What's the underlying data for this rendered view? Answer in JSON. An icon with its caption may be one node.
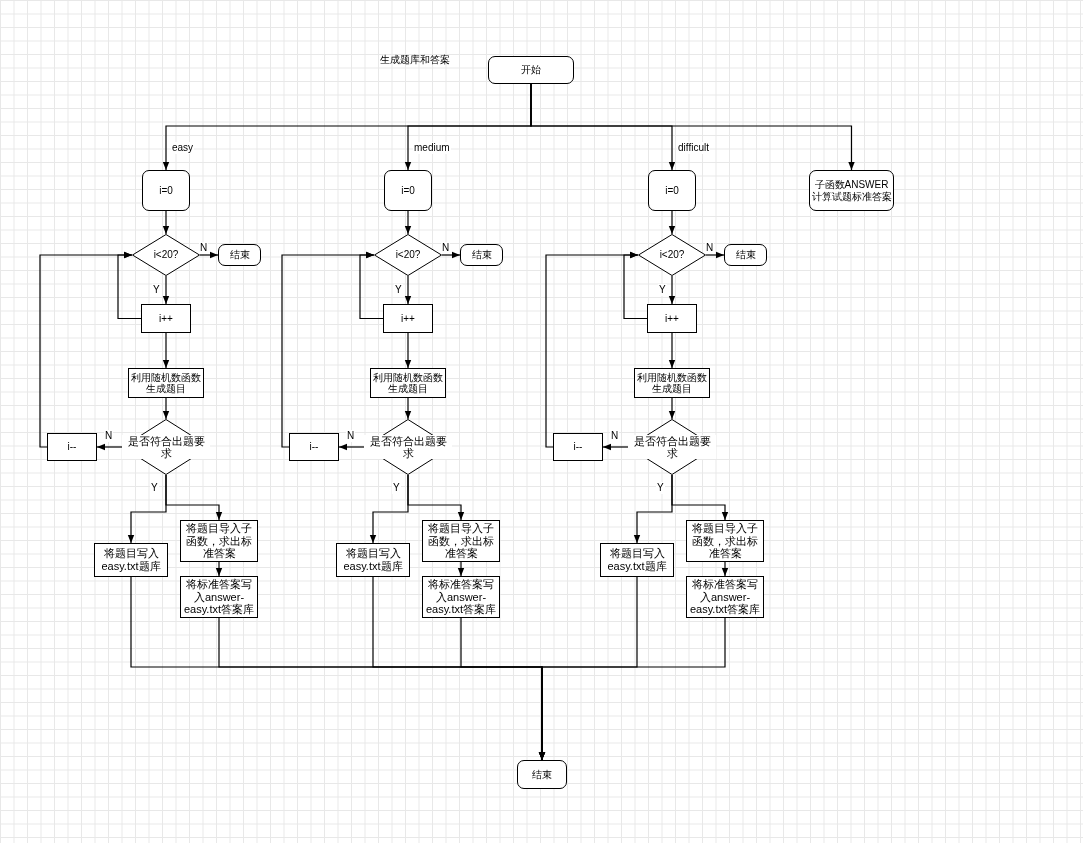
{
  "diagram": {
    "title": "生成题库和答案",
    "nodes": [
      {
        "text": [
          "开始"
        ]
      },
      {
        "text": [
          "i=0"
        ]
      },
      {
        "text": [
          "i<20?"
        ]
      },
      {
        "text": [
          "结束"
        ]
      },
      {
        "text": [
          "i++"
        ]
      },
      {
        "text": [
          "利用随机数函数生成题目"
        ]
      },
      {
        "text": [
          "是否符合出题要求"
        ]
      },
      {
        "text": [
          "i--"
        ]
      },
      {
        "text": [
          "将题目写入easy.txt题库"
        ]
      },
      {
        "text": [
          "将题目导入子函数，求出标准答案"
        ]
      },
      {
        "text": [
          "将标准答案写入answer-easy.txt答案库"
        ]
      },
      {
        "text": [
          "i=0"
        ]
      },
      {
        "text": [
          "i<20?"
        ]
      },
      {
        "text": [
          "结束"
        ]
      },
      {
        "text": [
          "i++"
        ]
      },
      {
        "text": [
          "利用随机数函数生成题目"
        ]
      },
      {
        "text": [
          "是否符合出题要求"
        ]
      },
      {
        "text": [
          "i--"
        ]
      },
      {
        "text": [
          "将题目写入easy.txt题库"
        ]
      },
      {
        "text": [
          "将题目导入子函数，求出标准答案"
        ]
      },
      {
        "text": [
          "将标准答案写入answer-easy.txt答案库"
        ]
      },
      {
        "text": [
          "i=0"
        ]
      },
      {
        "text": [
          "i<20?"
        ]
      },
      {
        "text": [
          "结束"
        ]
      },
      {
        "text": [
          "i++"
        ]
      },
      {
        "text": [
          "利用随机数函数生成题目"
        ]
      },
      {
        "text": [
          "是否符合出题要求"
        ]
      },
      {
        "text": [
          "i--"
        ]
      },
      {
        "text": [
          "将题目写入easy.txt题库"
        ]
      },
      {
        "text": [
          "将题目导入子函数，求出标准答案"
        ]
      },
      {
        "text": [
          "将标准答案写入answer-easy.txt答案库"
        ]
      },
      {
        "text": [
          "子函数ANSWER计算试题标准答案"
        ]
      },
      {
        "text": [
          "结束"
        ]
      }
    ],
    "edges": [
      {
        "from": 0,
        "to": 1,
        "arrow": "to",
        "label": "easy"
      },
      {
        "from": 0,
        "to": 11,
        "arrow": "to",
        "label": "medium"
      },
      {
        "from": 0,
        "to": 21,
        "arrow": "to",
        "label": "difficult"
      },
      {
        "from": 0,
        "to": 31,
        "arrow": "to"
      },
      {
        "from": 1,
        "to": 2,
        "arrow": "to"
      },
      {
        "from": 2,
        "to": 3,
        "arrow": "to",
        "label": "N"
      },
      {
        "from": 2,
        "to": 4,
        "arrow": "to",
        "label": "Y"
      },
      {
        "from": 4,
        "to": 2,
        "arrow": "to"
      },
      {
        "from": 4,
        "to": 5,
        "arrow": "to"
      },
      {
        "from": 5,
        "to": 6,
        "arrow": "to"
      },
      {
        "from": 6,
        "to": 7,
        "arrow": "to",
        "label": "N"
      },
      {
        "from": 7,
        "to": 2,
        "arrow": "to"
      },
      {
        "from": 6,
        "to": 8,
        "arrow": "to",
        "label": "Y"
      },
      {
        "from": 6,
        "to": 9,
        "arrow": "to"
      },
      {
        "from": 9,
        "to": 10,
        "arrow": "to"
      },
      {
        "from": 8,
        "to": 32,
        "arrow": "to"
      },
      {
        "from": 10,
        "to": 32,
        "arrow": "to"
      },
      {
        "from": 11,
        "to": 12,
        "arrow": "to"
      },
      {
        "from": 12,
        "to": 13,
        "arrow": "to",
        "label": "N"
      },
      {
        "from": 12,
        "to": 14,
        "arrow": "to",
        "label": "Y"
      },
      {
        "from": 14,
        "to": 12,
        "arrow": "to"
      },
      {
        "from": 14,
        "to": 15,
        "arrow": "to"
      },
      {
        "from": 15,
        "to": 16,
        "arrow": "to"
      },
      {
        "from": 16,
        "to": 17,
        "arrow": "to",
        "label": "N"
      },
      {
        "from": 17,
        "to": 12,
        "arrow": "to"
      },
      {
        "from": 16,
        "to": 18,
        "arrow": "to",
        "label": "Y"
      },
      {
        "from": 16,
        "to": 19,
        "arrow": "to"
      },
      {
        "from": 19,
        "to": 20,
        "arrow": "to"
      },
      {
        "from": 18,
        "to": 32,
        "arrow": "to"
      },
      {
        "from": 20,
        "to": 32,
        "arrow": "to"
      },
      {
        "from": 21,
        "to": 22,
        "arrow": "to"
      },
      {
        "from": 22,
        "to": 23,
        "arrow": "to",
        "label": "N"
      },
      {
        "from": 22,
        "to": 24,
        "arrow": "to",
        "label": "Y"
      },
      {
        "from": 24,
        "to": 22,
        "arrow": "to"
      },
      {
        "from": 24,
        "to": 25,
        "arrow": "to"
      },
      {
        "from": 25,
        "to": 26,
        "arrow": "to"
      },
      {
        "from": 26,
        "to": 27,
        "arrow": "to",
        "label": "N"
      },
      {
        "from": 27,
        "to": 22,
        "arrow": "to"
      },
      {
        "from": 26,
        "to": 28,
        "arrow": "to",
        "label": "Y"
      },
      {
        "from": 26,
        "to": 29,
        "arrow": "to"
      },
      {
        "from": 29,
        "to": 30,
        "arrow": "to"
      },
      {
        "from": 28,
        "to": 32,
        "arrow": "to"
      },
      {
        "from": 30,
        "to": 32,
        "arrow": "to"
      }
    ]
  }
}
